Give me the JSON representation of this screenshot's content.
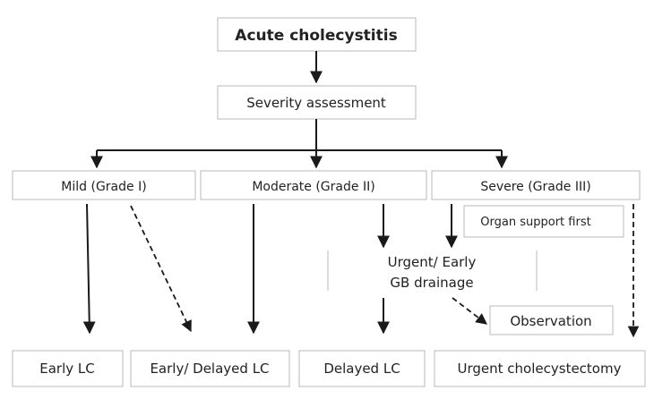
{
  "diagram": {
    "title": "Acute cholecystitis",
    "severity": "Severity assessment",
    "grades": {
      "mild": "Mild (Grade I)",
      "moderate": "Moderate (Grade II)",
      "severe": "Severe (Grade III)"
    },
    "organ_support": "Organ support first",
    "drainage_line1": "Urgent/ Early",
    "drainage_line2": "GB drainage",
    "observation": "Observation",
    "outcomes": {
      "early_lc": "Early LC",
      "early_delayed_lc": "Early/ Delayed LC",
      "delayed_lc": "Delayed LC",
      "urgent": "Urgent cholecystectomy"
    }
  }
}
